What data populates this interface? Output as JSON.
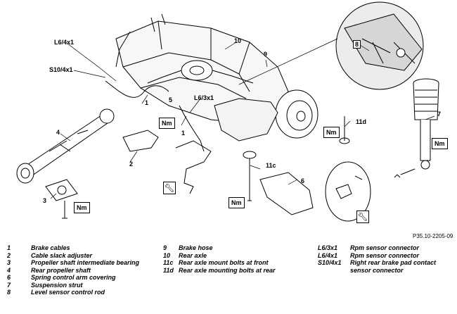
{
  "callouts": {
    "c10": "10",
    "c9": "9",
    "c8": "8",
    "c7": "7",
    "c1a": "1",
    "c1b": "1",
    "c2": "2",
    "c3": "3",
    "c4": "4",
    "c5": "5",
    "c6": "6",
    "c11c": "11c",
    "c11d": "11d",
    "l64x1": "L6/4x1",
    "l63x1": "L6/3x1",
    "s104x1": "S10/4x1"
  },
  "torque_label": "Nm",
  "reference": "P35.10-2205-09",
  "legend": {
    "col1": [
      {
        "num": "1",
        "text": "Brake cables"
      },
      {
        "num": "2",
        "text": "Cable slack adjuster"
      },
      {
        "num": "3",
        "text": "Propeller shaft intermediate bearing"
      },
      {
        "num": "4",
        "text": "Rear propeller shaft"
      },
      {
        "num": "6",
        "text": "Spring control arm covering"
      },
      {
        "num": "7",
        "text": "Suspension strut"
      },
      {
        "num": "8",
        "text": "Level sensor control rod"
      }
    ],
    "col2": [
      {
        "num": "9",
        "text": "Brake hose"
      },
      {
        "num": "10",
        "text": "Rear axle"
      },
      {
        "num": "11c",
        "text": "Rear axle mount bolts at front"
      },
      {
        "num": "11d",
        "text": "Rear axle mounting bolts at rear"
      }
    ],
    "col3": [
      {
        "num": "L6/3x1",
        "text": "Rpm sensor connector"
      },
      {
        "num": "L6/4x1",
        "text": "Rpm sensor connector"
      },
      {
        "num": "S10/4x1",
        "text": "Right rear brake pad contact sensor connector"
      }
    ]
  }
}
